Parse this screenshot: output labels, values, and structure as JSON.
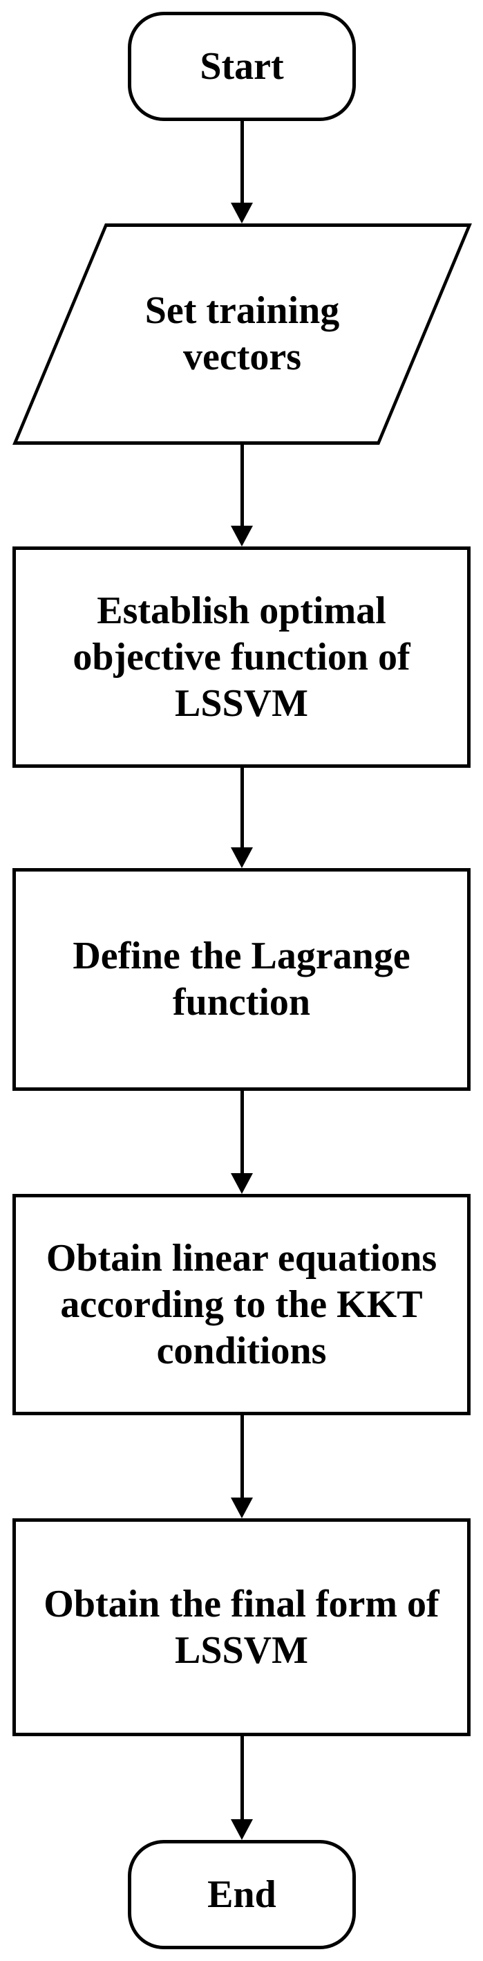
{
  "figure": {
    "type": "flowchart",
    "colors": {
      "stroke": "#000000",
      "text": "#000000",
      "background": "#ffffff"
    },
    "nodes": [
      {
        "id": "start",
        "shape": "terminator",
        "label": "Start"
      },
      {
        "id": "set-training-vectors",
        "shape": "parallelogram-io",
        "lines": [
          "Set training",
          "vectors"
        ]
      },
      {
        "id": "establish-objective",
        "shape": "process",
        "lines": [
          "Establish optimal",
          "objective function of",
          "LSSVM"
        ]
      },
      {
        "id": "define-lagrange",
        "shape": "process",
        "lines": [
          "Define the Lagrange",
          "function"
        ]
      },
      {
        "id": "kkt-conditions",
        "shape": "process",
        "lines": [
          "Obtain linear equations",
          "according to the KKT",
          "conditions"
        ]
      },
      {
        "id": "final-form",
        "shape": "process",
        "lines": [
          "Obtain the final form of",
          "LSSVM"
        ]
      },
      {
        "id": "end",
        "shape": "terminator",
        "label": "End"
      }
    ],
    "edges": [
      {
        "from": "start",
        "to": "set-training-vectors"
      },
      {
        "from": "set-training-vectors",
        "to": "establish-objective"
      },
      {
        "from": "establish-objective",
        "to": "define-lagrange"
      },
      {
        "from": "define-lagrange",
        "to": "kkt-conditions"
      },
      {
        "from": "kkt-conditions",
        "to": "final-form"
      },
      {
        "from": "final-form",
        "to": "end"
      }
    ]
  }
}
